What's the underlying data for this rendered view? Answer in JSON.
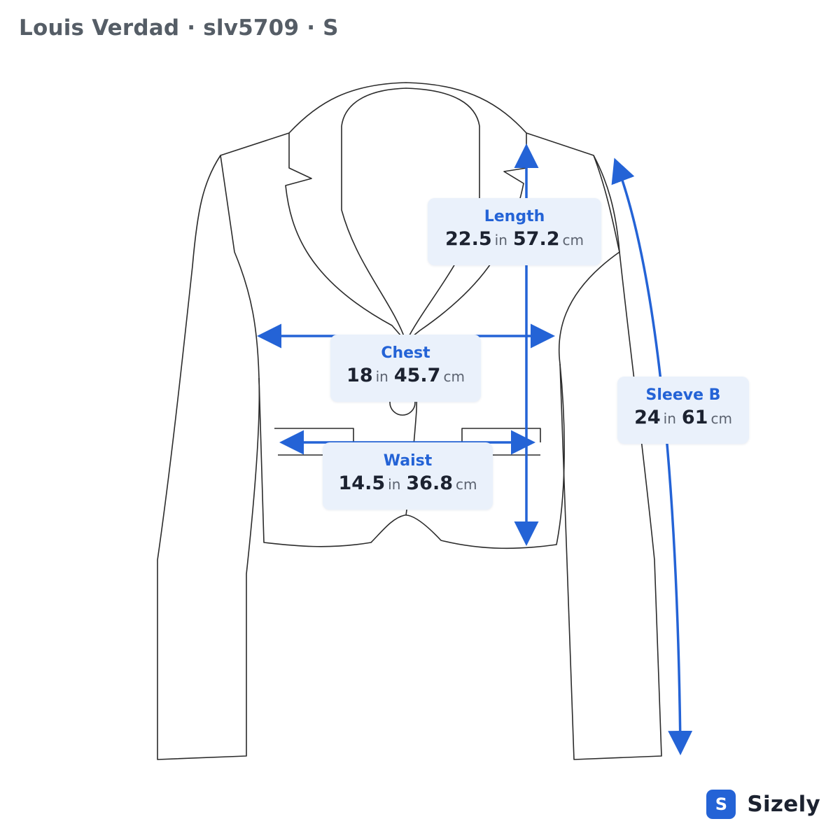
{
  "header": {
    "title": "Louis Verdad · slv5709 · S"
  },
  "measurements": [
    {
      "id": "length",
      "name": "Length",
      "in": "22.5",
      "cm": "57.2"
    },
    {
      "id": "chest",
      "name": "Chest",
      "in": "18",
      "cm": "45.7"
    },
    {
      "id": "sleeve-b",
      "name": "Sleeve B",
      "in": "24",
      "cm": "61"
    },
    {
      "id": "waist",
      "name": "Waist",
      "in": "14.5",
      "cm": "36.8"
    }
  ],
  "units": {
    "inch": "in",
    "cm": "cm"
  },
  "brand": {
    "icon_letter": "S",
    "name": "Sizely"
  },
  "colors": {
    "accent": "#2463d6",
    "label_bg": "#eaf1fb",
    "title": "#555d66",
    "outline": "#2b2b2b"
  }
}
